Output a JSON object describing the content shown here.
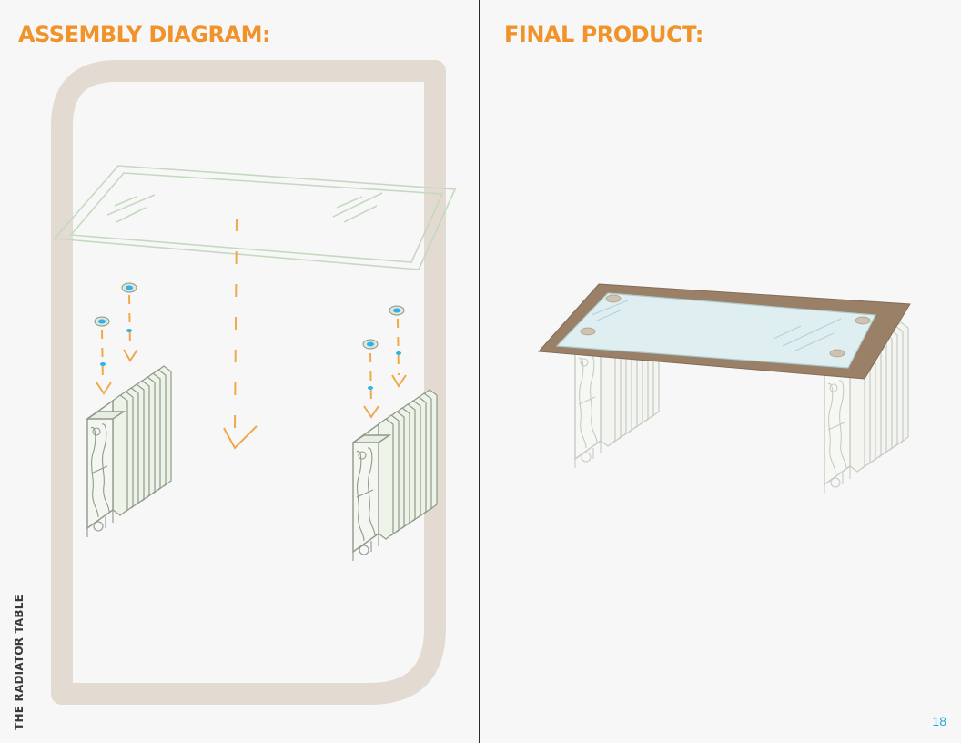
{
  "left_panel": {
    "title": "ASSEMBLY DIAGRAM:"
  },
  "right_panel": {
    "title": "FINAL PRODUCT:"
  },
  "side_label": "THE RADIATOR TABLE",
  "page_number": "18",
  "colors": {
    "accent_orange": "#f0932b",
    "frame_beige": "#e3dad1",
    "glass_outline": "#c5d9c0",
    "radiator_outline": "#8e9a88",
    "table_frame_brown": "#8b6b4e",
    "page_number_blue": "#27a7d8",
    "divider": "#2a2a2a"
  }
}
